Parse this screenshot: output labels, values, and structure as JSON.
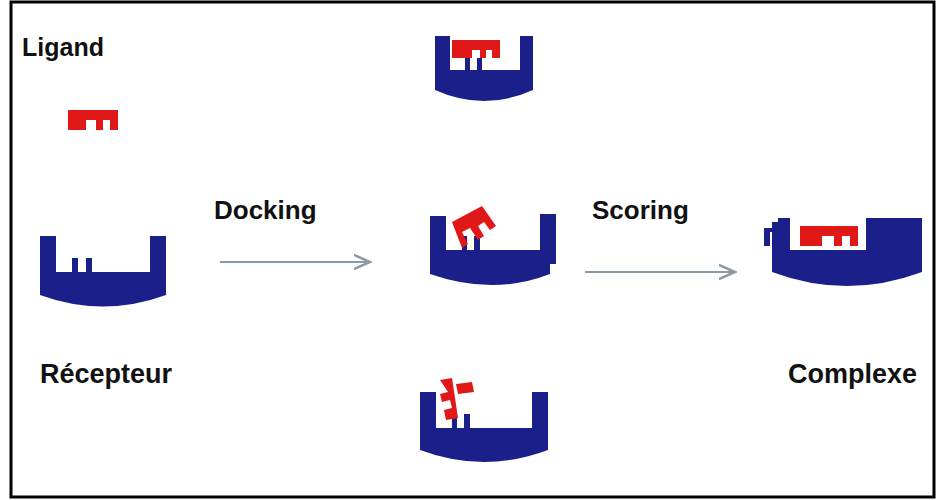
{
  "diagram": {
    "nodes": [
      {
        "text": [
          "Ligand"
        ]
      },
      {
        "text": [
          "Récepteur"
        ]
      },
      {
        "text": [
          "Complexe"
        ]
      }
    ],
    "labels": [
      "Docking",
      "Scoring"
    ]
  }
}
